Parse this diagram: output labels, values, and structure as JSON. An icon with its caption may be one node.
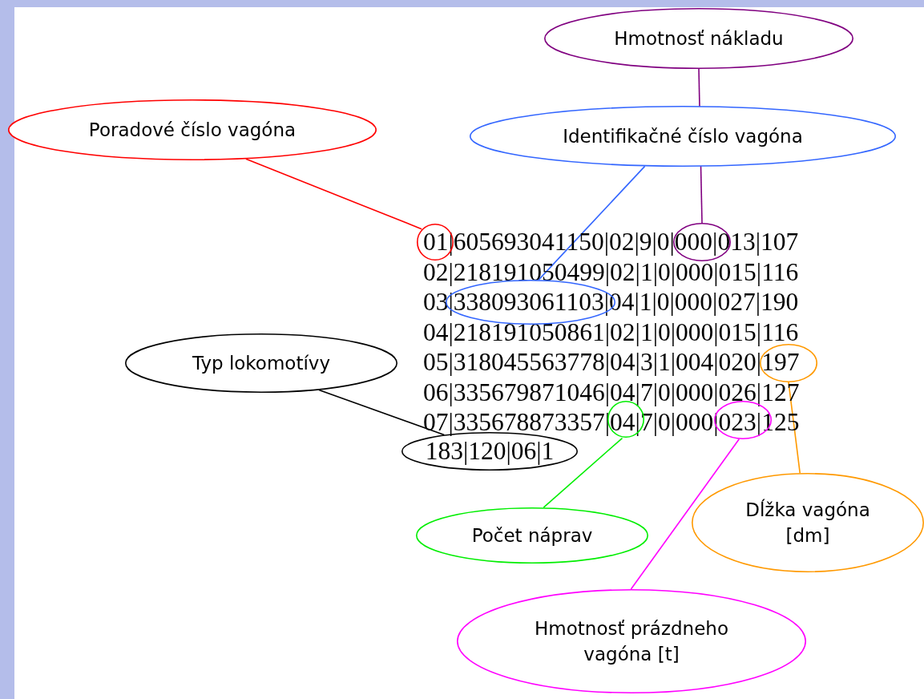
{
  "diagram": {
    "nodes": [
      {
        "text": [
          "Hmotnosť nákladu"
        ]
      },
      {
        "text": [
          "Poradové číslo vagóna"
        ]
      },
      {
        "text": [
          "Identifikačné číslo vagóna"
        ]
      },
      {
        "text": [
          "Typ lokomotívy"
        ]
      },
      {
        "text": [],
        "shape": "circle"
      },
      {
        "text": [],
        "shape": "ellipse"
      },
      {
        "text": [],
        "shape": "ellipse"
      },
      {
        "text": [],
        "shape": "ellipse"
      },
      {
        "text": [],
        "shape": "circle"
      },
      {
        "text": [],
        "shape": "ellipse"
      },
      {
        "text": [
          "183|120|06|1"
        ]
      },
      {
        "text": [
          "Počet náprav"
        ]
      },
      {
        "text": [
          "Dĺžka vagóna [dm]"
        ]
      },
      {
        "text": [
          "Hmotnosť prázdneho vagóna [t]"
        ]
      }
    ],
    "edges": [
      {
        "from": 0,
        "to": 5,
        "arrow": "none",
        "color": "#800080"
      },
      {
        "from": 1,
        "to": 4,
        "arrow": "none",
        "color": "#ff0000"
      },
      {
        "from": 2,
        "to": 6,
        "arrow": "none",
        "color": "#3366ff"
      },
      {
        "from": 3,
        "to": 10,
        "arrow": "none",
        "color": "#000000"
      },
      {
        "from": 8,
        "to": 11,
        "arrow": "none",
        "color": "#00ee00"
      },
      {
        "from": 7,
        "to": 12,
        "arrow": "none",
        "color": "#ff9900"
      },
      {
        "from": 9,
        "to": 13,
        "arrow": "none",
        "color": "#ff00ff"
      }
    ],
    "labels": [
      "01|605693041150|02|9|0|000|013|107",
      "02|218191050499|02|1|0|000|015|116",
      "03|338093061103|04|1|0|000|027|190",
      "04|218191050861|02|1|0|000|015|116",
      "05|318045563778|04|3|1|004|020|197",
      "06|335679871046|04|7|0|000|026|127",
      "07|335678873357|04|7|0|000|023|125"
    ]
  }
}
